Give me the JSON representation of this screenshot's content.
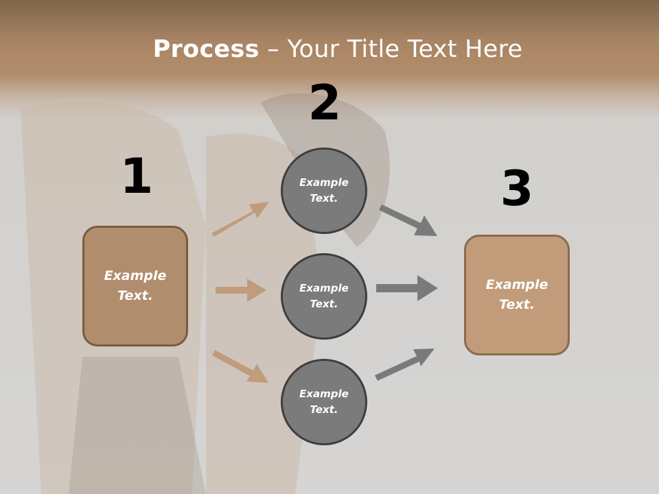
{
  "title": {
    "bold": "Process",
    "separator": " – ",
    "rest": "Your Title Text Here"
  },
  "steps": {
    "one": "1",
    "two": "2",
    "three": "3"
  },
  "left_box": {
    "text": "Example Text."
  },
  "circles": [
    {
      "text": "Example Text."
    },
    {
      "text": "Example Text."
    },
    {
      "text": "Example Text."
    }
  ],
  "right_box": {
    "text": "Example Text."
  },
  "colors": {
    "left_arrows": "#c09c7c",
    "right_arrows": "#7a7a7a",
    "box_fill": "#b08d6d",
    "circle_fill": "#7b7b7b"
  }
}
